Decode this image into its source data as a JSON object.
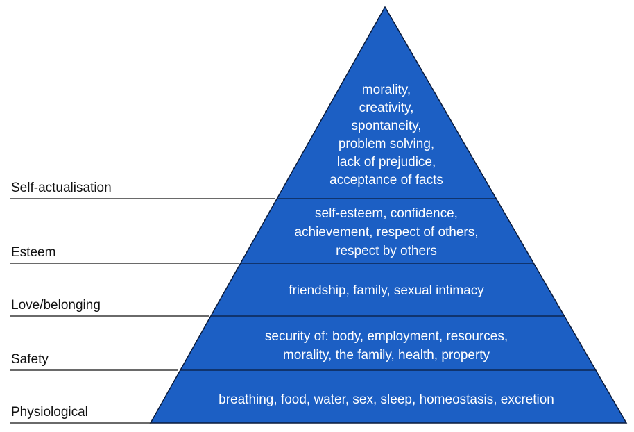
{
  "colors": {
    "pyramid_fill": "#1c5fc4",
    "pyramid_outline": "#0a1a3a",
    "label_text": "#111111",
    "band_text": "#ffffff"
  },
  "levels": [
    {
      "label": "Self-actualisation",
      "description": [
        "morality,",
        "creativity,",
        "spontaneity,",
        "problem solving,",
        "lack of prejudice,",
        "acceptance of facts"
      ]
    },
    {
      "label": "Esteem",
      "description": [
        "self-esteem, confidence,",
        "achievement, respect of others,",
        "respect by others"
      ]
    },
    {
      "label": "Love/belonging",
      "description": [
        "friendship, family, sexual intimacy"
      ]
    },
    {
      "label": "Safety",
      "description": [
        "security of: body, employment, resources,",
        "morality, the family, health, property"
      ]
    },
    {
      "label": "Physiological",
      "description": [
        "breathing, food, water, sex, sleep, homeostasis, excretion"
      ]
    }
  ]
}
